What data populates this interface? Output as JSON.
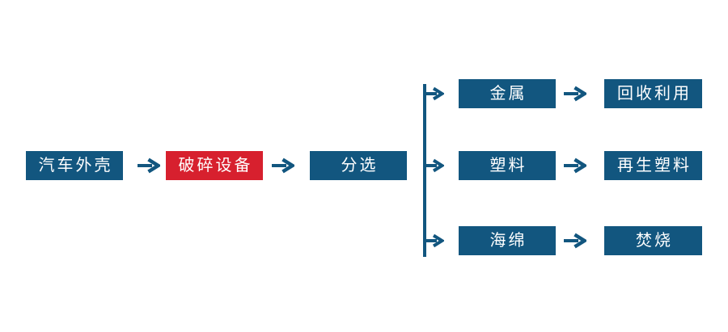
{
  "colors": {
    "primary_blue": "#12567F",
    "accent_red": "#D7202E",
    "background": "#FFFFFF",
    "node_text": "#FFFFFF"
  },
  "diagram": {
    "main_flow": [
      {
        "label": "汽车外壳",
        "style": "blue"
      },
      {
        "label": "破碎设备",
        "style": "red"
      },
      {
        "label": "分选",
        "style": "blue"
      }
    ],
    "branches": [
      {
        "category": "金属",
        "outcome": "回收利用"
      },
      {
        "category": "塑料",
        "outcome": "再生塑料"
      },
      {
        "category": "海绵",
        "outcome": "焚烧"
      }
    ],
    "icons": {
      "arrow_right": "→"
    }
  }
}
